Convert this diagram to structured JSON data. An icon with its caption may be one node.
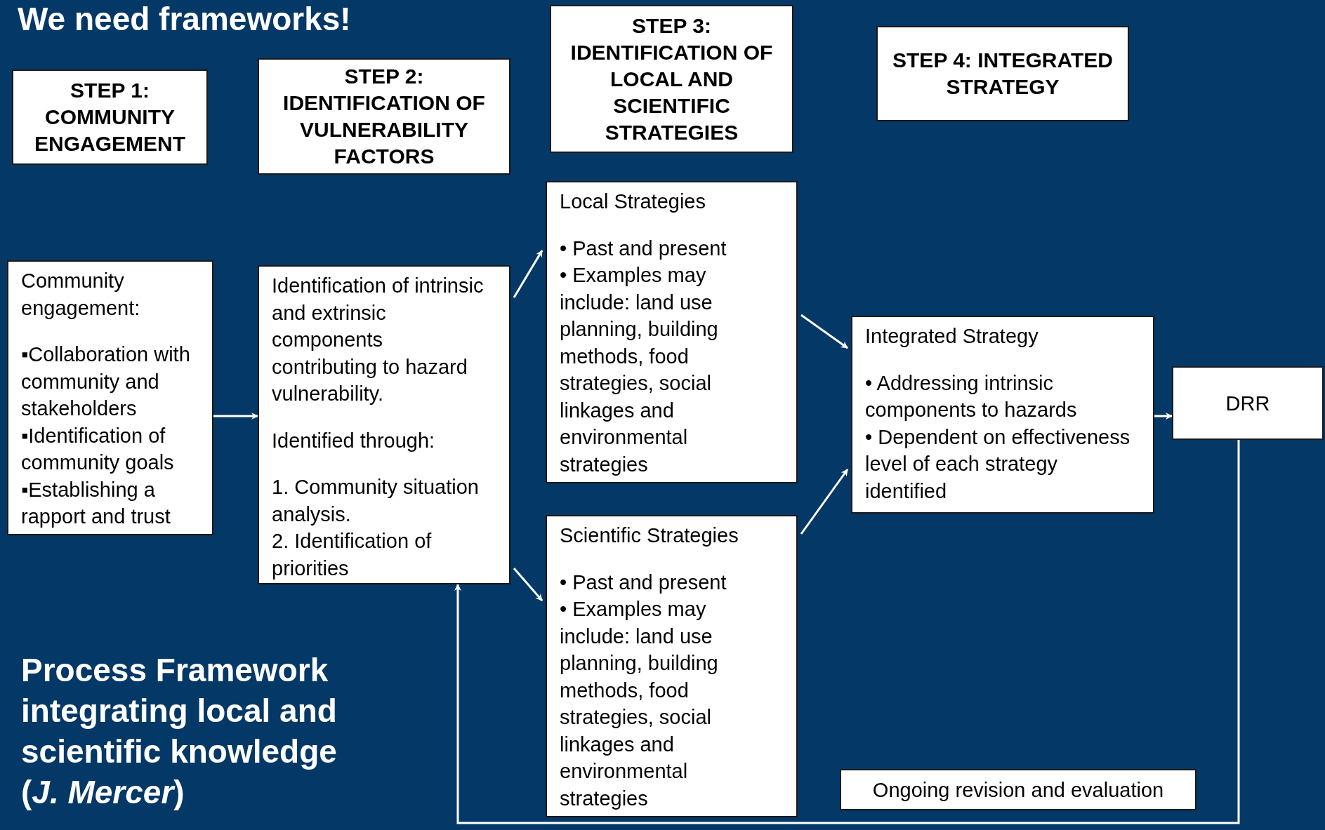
{
  "diagram": {
    "title": "We need frameworks!",
    "nodes": [
      {
        "text": [
          "STEP 1: COMMUNITY ENGAGEMENT"
        ]
      },
      {
        "text": [
          "STEP 2: IDENTIFICATION OF VULNERABILITY FACTORS"
        ]
      },
      {
        "text": [
          "STEP 3: IDENTIFICATION OF LOCAL AND SCIENTIFIC STRATEGIES"
        ]
      },
      {
        "text": [
          "STEP 4: INTEGRATED STRATEGY"
        ]
      },
      {
        "text": [
          "Community engagement:",
          "▪Collaboration with community and stakeholders",
          "▪Identification of community goals",
          "▪Establishing a rapport and trust"
        ]
      },
      {
        "text": [
          "Identification of intrinsic and extrinsic components contributing to hazard vulnerability.",
          "Identified through:",
          "1. Community situation analysis.",
          "2. Identification of priorities"
        ]
      },
      {
        "text": [
          "Local Strategies",
          "• Past and present",
          "• Examples may include: land use planning, building methods, food strategies, social linkages and environmental strategies"
        ]
      },
      {
        "text": [
          "Scientific Strategies",
          "• Past and present",
          "• Examples may include: land use planning, building methods, food strategies, social linkages and environmental strategies"
        ]
      },
      {
        "text": [
          "Integrated Strategy",
          "• Addressing intrinsic components to hazards",
          "• Dependent on effectiveness level of each strategy identified"
        ]
      },
      {
        "text": [
          "DRR"
        ]
      },
      {
        "text": [
          "Ongoing revision and evaluation"
        ]
      }
    ],
    "edges": [
      {
        "from": 4,
        "to": 5,
        "arrow": "to"
      },
      {
        "from": 5,
        "to": 6,
        "arrow": "to"
      },
      {
        "from": 5,
        "to": 7,
        "arrow": "to"
      },
      {
        "from": 6,
        "to": 8,
        "arrow": "to"
      },
      {
        "from": 7,
        "to": 8,
        "arrow": "to"
      },
      {
        "from": 8,
        "to": 9,
        "arrow": "to"
      },
      {
        "from": 9,
        "to": 5,
        "arrow": "to"
      }
    ],
    "labels": [
      "Process Framework integrating local and scientific knowledge (*J. Mercer*)"
    ]
  }
}
